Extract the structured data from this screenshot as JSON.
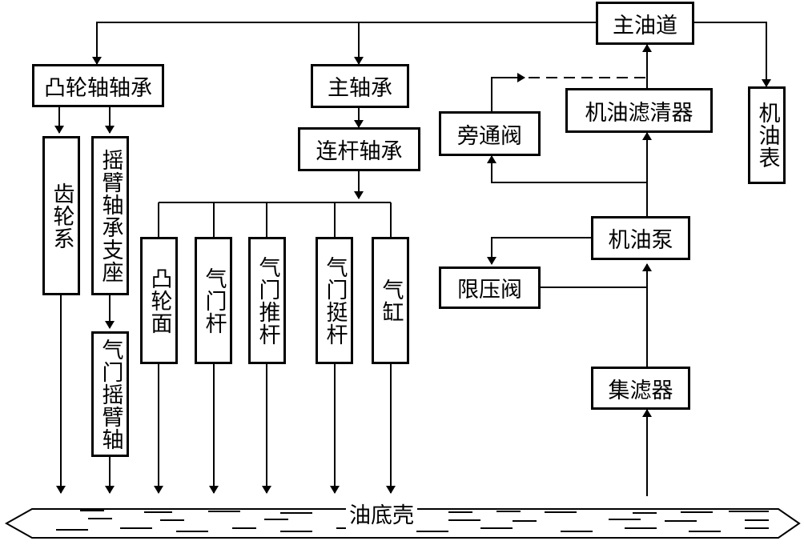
{
  "nodes": {
    "main_gallery": "主油道",
    "cam_bearing": "凸轮轴轴承",
    "main_bearing": "主轴承",
    "conrod_bearing": "连杆轴承",
    "bypass_valve": "旁通阀",
    "oil_filter": "机油滤清器",
    "oil_gauge": "机油表",
    "gear_train": "齿轮系",
    "rocker_support": "摇臂轴承支座",
    "valve_rocker": "气门摇臂轴",
    "cam_face": "凸轮面",
    "valve_stem": "气门杆",
    "pushrod": "气门推杆",
    "tappet": "气门挺杆",
    "cylinder": "气缸",
    "oil_pump": "机油泵",
    "relief_valve": "限压阀",
    "strainer": "集滤器",
    "oil_pan": "油底壳"
  }
}
